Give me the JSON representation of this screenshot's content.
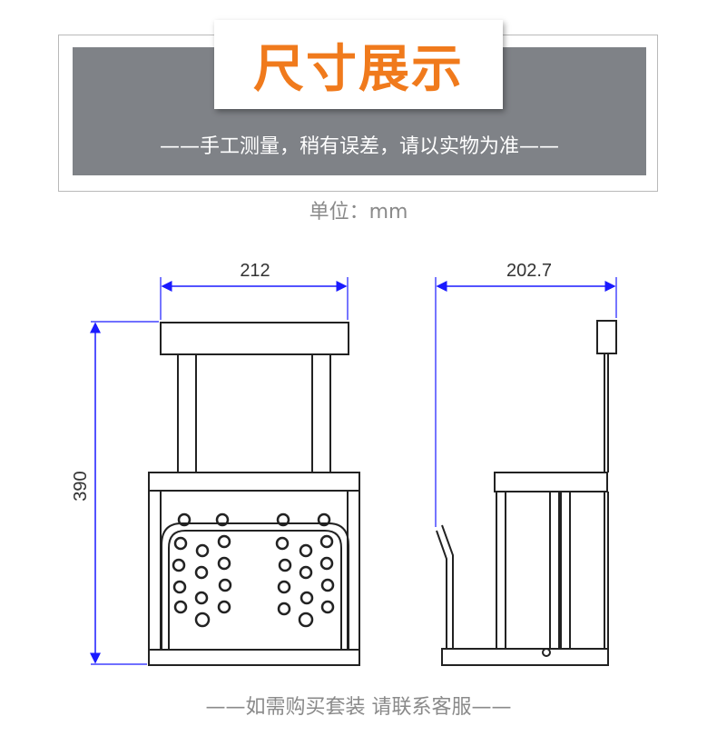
{
  "header": {
    "title": "尺寸展示",
    "subtitle": "——手工测量，稍有误差，请以实物为准——"
  },
  "unit": "单位：mm",
  "dimensions": {
    "front_width": "212",
    "side_width": "202.7",
    "height": "390"
  },
  "footer": "——如需购买套装 请联系客服——",
  "colors": {
    "title_orange": "#f07a1c",
    "band_gray": "#7f8287",
    "dimension_blue": "#1a1aff",
    "outline": "#222222"
  }
}
